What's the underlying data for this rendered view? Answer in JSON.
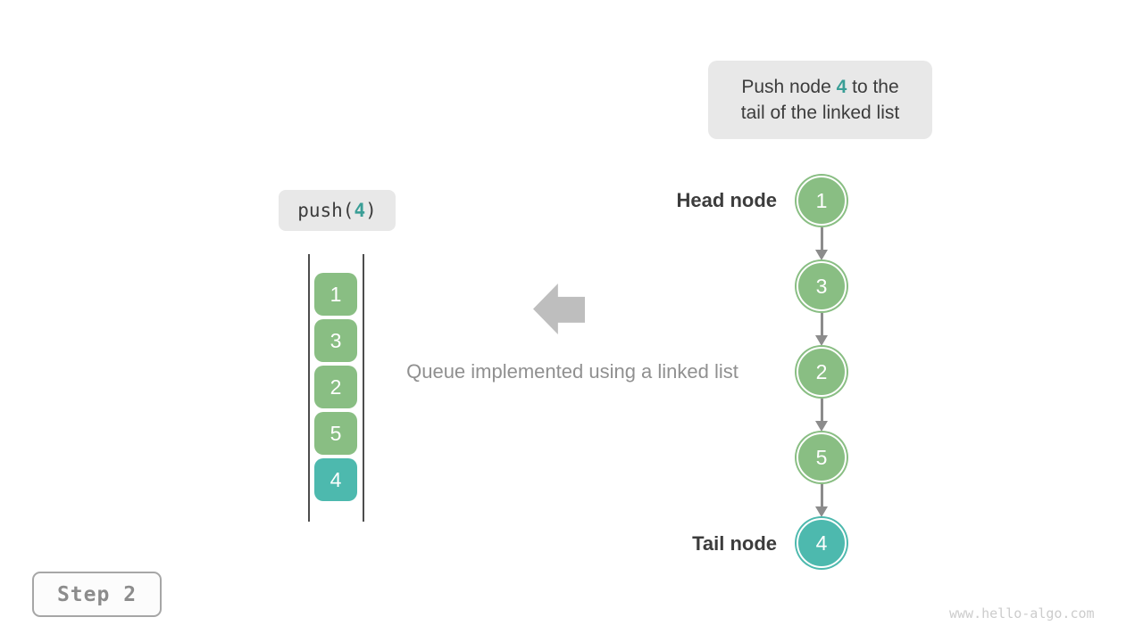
{
  "callout": {
    "line1_pre": "Push node ",
    "line1_num": "4",
    "line1_post": " to the",
    "line2": "tail of the linked list"
  },
  "push_call": {
    "prefix": "push(",
    "arg": "4",
    "suffix": ")"
  },
  "queue_stack": {
    "items": [
      {
        "label": "1",
        "type": "green"
      },
      {
        "label": "3",
        "type": "green"
      },
      {
        "label": "2",
        "type": "green"
      },
      {
        "label": "5",
        "type": "green"
      },
      {
        "label": "4",
        "type": "teal"
      }
    ]
  },
  "caption": "Queue implemented using a linked list",
  "linked_list": {
    "head_label": "Head node",
    "tail_label": "Tail node",
    "nodes": [
      {
        "label": "1",
        "type": "green"
      },
      {
        "label": "3",
        "type": "green"
      },
      {
        "label": "2",
        "type": "green"
      },
      {
        "label": "5",
        "type": "green"
      },
      {
        "label": "4",
        "type": "teal"
      }
    ]
  },
  "step_badge": "Step 2",
  "watermark": "www.hello-algo.com",
  "colors": {
    "green": "#89be83",
    "teal": "#4db9ae",
    "accent": "#3a9e96",
    "dark-text": "#3c3c3c",
    "gray-text": "#909090",
    "arrow-gray": "#8c8c8c",
    "big-arrow": "#bebebe",
    "badge-bg": "#e8e8e8",
    "line-dark": "#4d4d4d",
    "step-border": "#a6a6a6",
    "step-text": "#8c8c8c",
    "watermark": "#cccccc"
  }
}
